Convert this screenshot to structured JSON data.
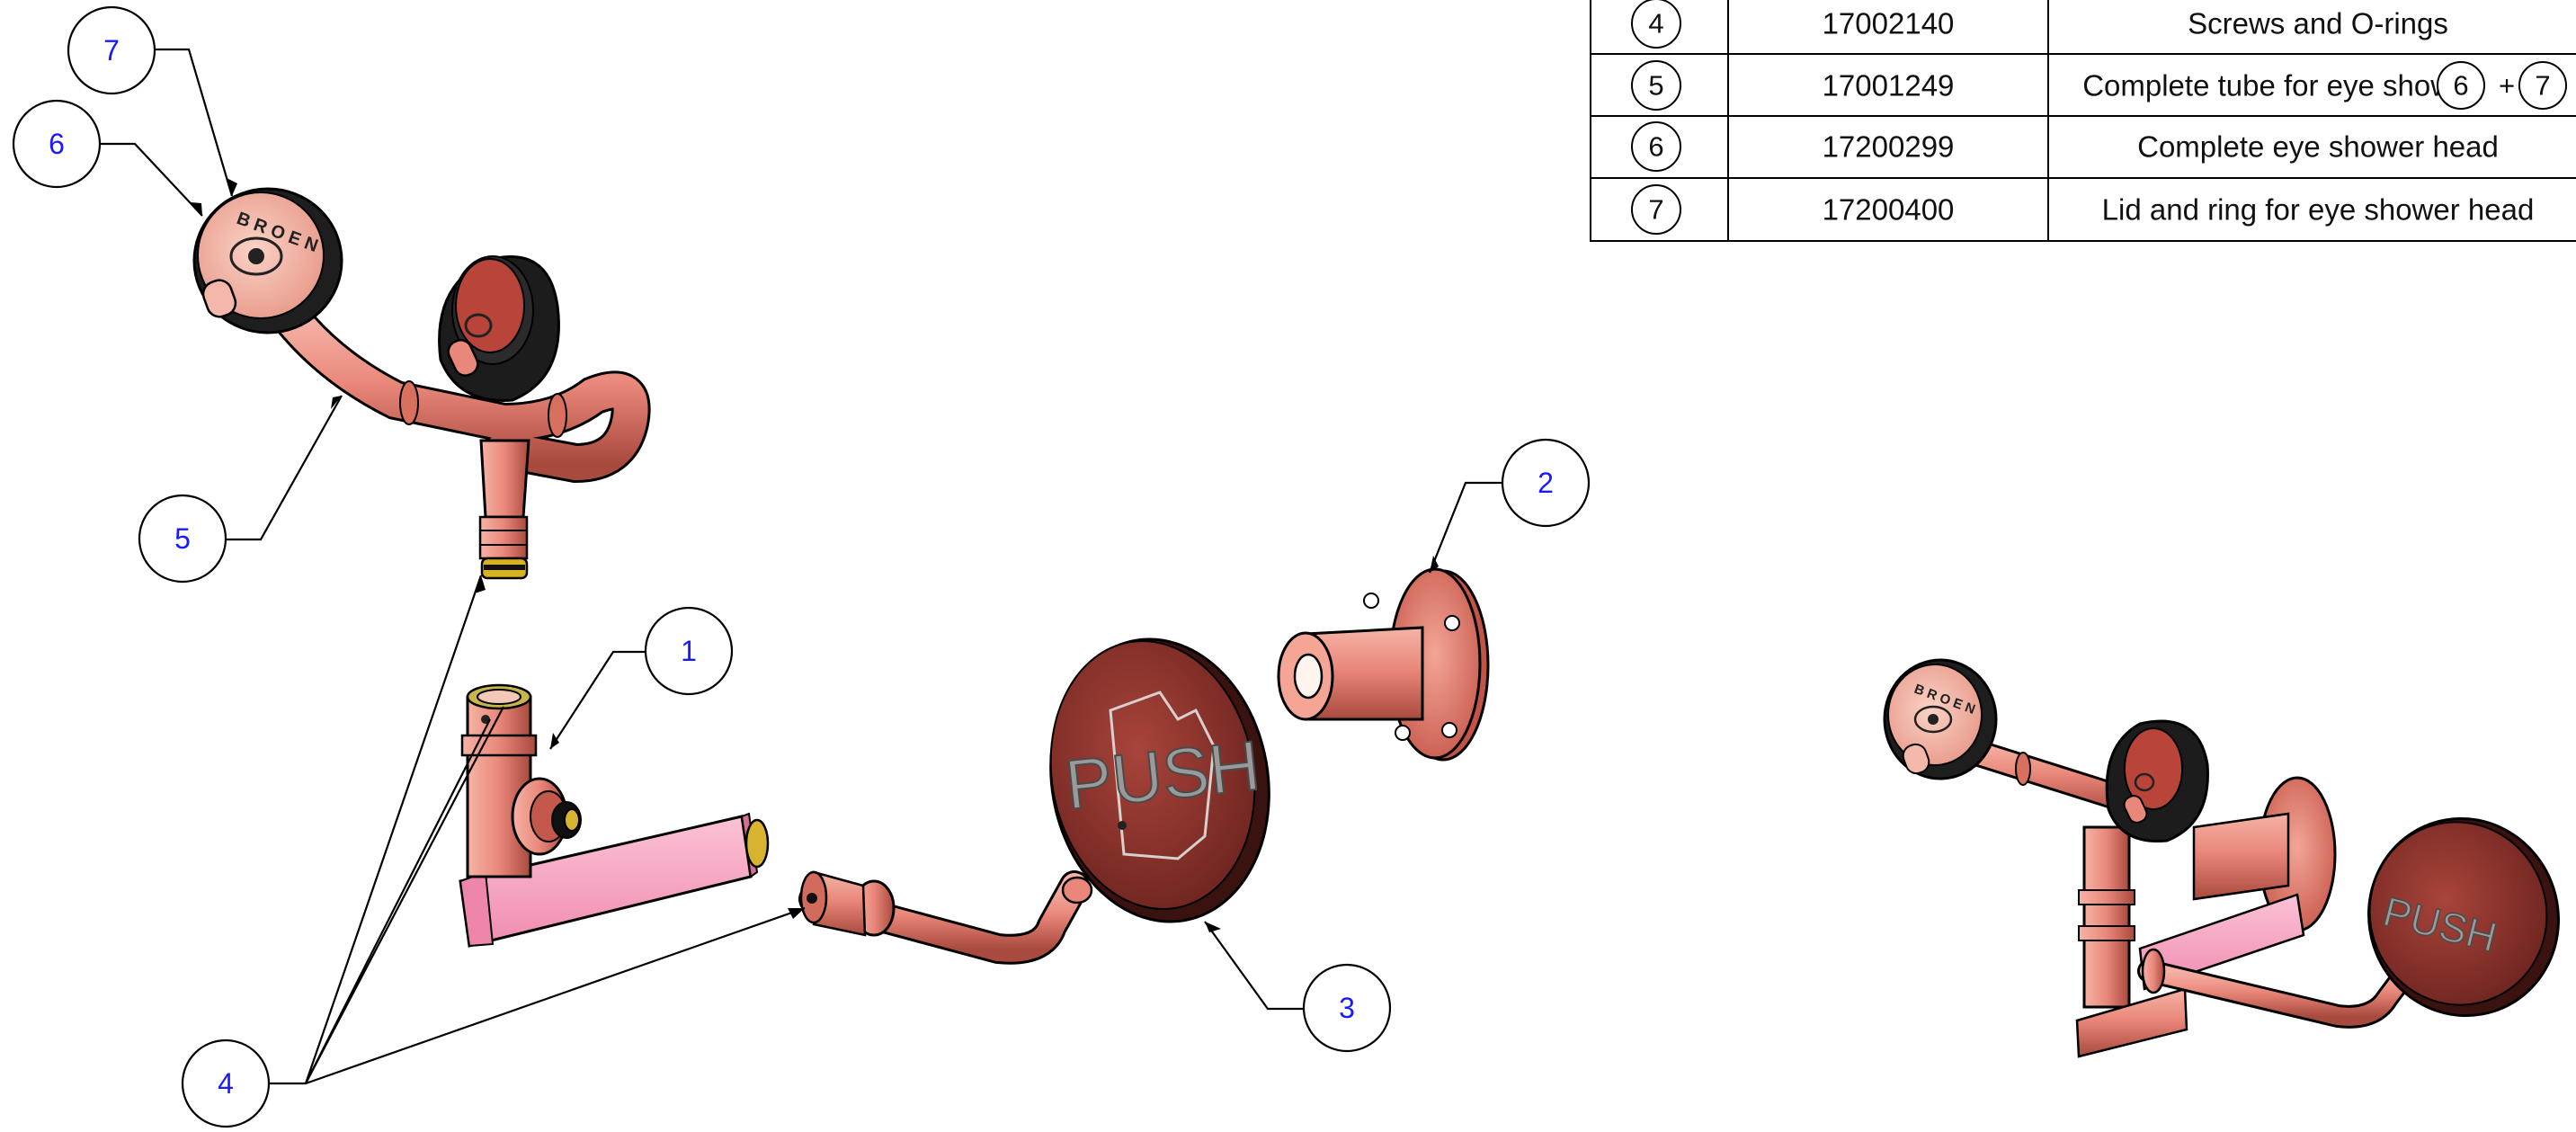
{
  "parts_table": {
    "rows": [
      {
        "item": "4",
        "part_no": "17002140",
        "description": "Screws and O-rings",
        "refs": []
      },
      {
        "item": "5",
        "part_no": "17001249",
        "description": "Complete tube for eye shower,",
        "refs": [
          "6",
          "7"
        ],
        "ref_join": "+"
      },
      {
        "item": "6",
        "part_no": "17200299",
        "description": "Complete eye shower head",
        "refs": []
      },
      {
        "item": "7",
        "part_no": "17200400",
        "description": "Lid and ring for eye shower head",
        "refs": []
      }
    ]
  },
  "callouts": {
    "c1": "1",
    "c2": "2",
    "c3": "3",
    "c4": "4",
    "c5": "5",
    "c6": "6",
    "c7": "7"
  },
  "push_plate": {
    "label": "PUSH"
  },
  "colors": {
    "copper": "#e9887a",
    "copper_dark": "#b85448",
    "pink": "#f7a2c0",
    "plate": "#8f332c",
    "head_black": "#2a2a2a",
    "head_face": "#f3b9aa",
    "callout_text": "#1a1aff",
    "brass": "#c8a21a"
  }
}
